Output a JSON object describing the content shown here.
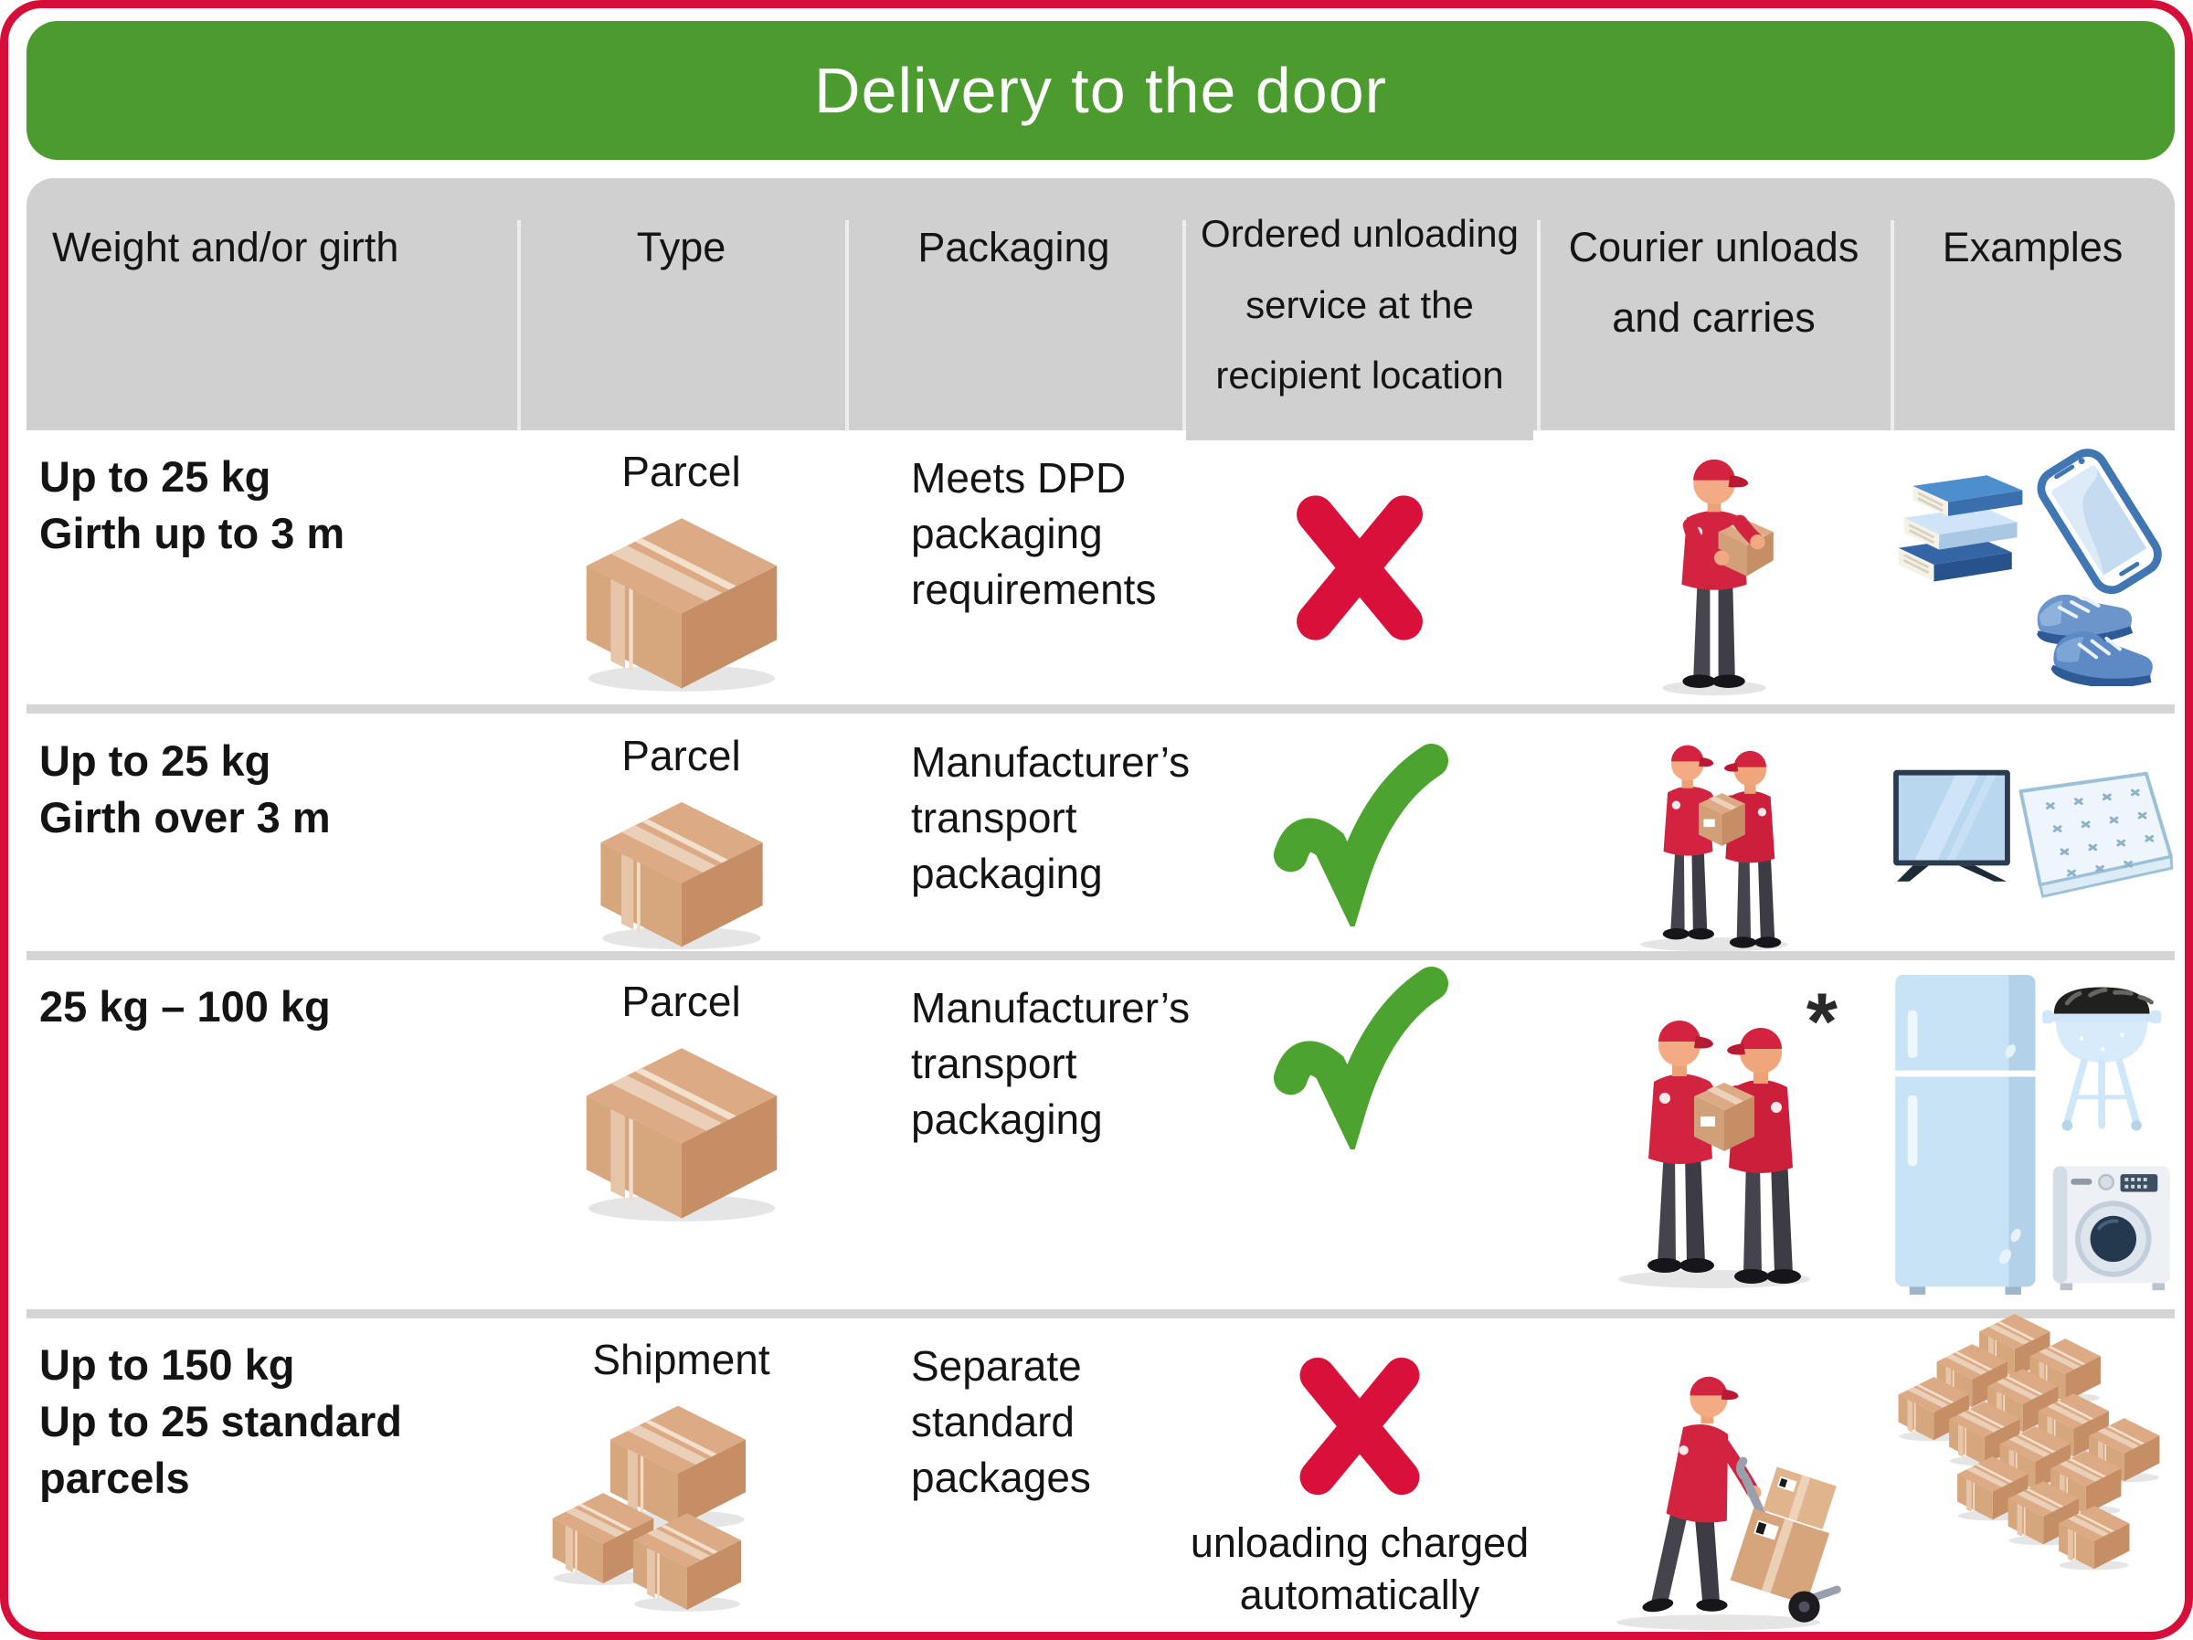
{
  "page": {
    "title": "Delivery to the door"
  },
  "colors": {
    "frame_red": "#d50f3a",
    "title_green": "#4b9b2f",
    "header_gray": "#d0d0d0",
    "row_separator_gray": "#d5d5d5",
    "check_green": "#4da32f",
    "cross_red": "#d8103a",
    "courier_red": "#d22440",
    "box_tan": "#dcab85",
    "text": "#141414"
  },
  "table": {
    "columns": [
      {
        "label": "Weight and/or girth"
      },
      {
        "label": "Type"
      },
      {
        "label": "Packaging"
      },
      {
        "label": "Ordered unloading\nservice at the\nrecipient location"
      },
      {
        "label": "Courier unloads\nand carries"
      },
      {
        "label": "Examples"
      }
    ],
    "rows": [
      {
        "weight": "Up to 25 kg\nGirth up to 3 m",
        "type": "Parcel",
        "type_icon": "parcel-box",
        "packaging": "Meets DPD\npackaging\nrequirements",
        "unloading_service": "not-available",
        "unloading_note": "",
        "courier_note": "",
        "courier_illustration": "courier-carrying-parcel",
        "examples_illustration": "books-smartphone-sneakers"
      },
      {
        "weight": "Up to 25 kg\nGirth over 3 m",
        "type": "Parcel",
        "type_icon": "parcel-box",
        "packaging": "Manufacturer’s\ntransport\npackaging",
        "unloading_service": "available",
        "unloading_note": "",
        "courier_note": "",
        "courier_illustration": "two-couriers-carrying-parcel",
        "examples_illustration": "tv-and-mattress"
      },
      {
        "weight": "25 kg – 100 kg",
        "type": "Parcel",
        "type_icon": "parcel-box",
        "packaging": "Manufacturer’s\ntransport\npackaging",
        "unloading_service": "available",
        "unloading_note": "",
        "courier_note": "*",
        "courier_illustration": "two-couriers-carrying-parcel",
        "examples_illustration": "fridge-grill-washing-machine"
      },
      {
        "weight": "Up to 150 kg\nUp to 25 standard parcels",
        "type": "Shipment",
        "type_icon": "shipment-boxes",
        "packaging": "Separate\nstandard\npackages",
        "unloading_service": "not-available",
        "unloading_note": "unloading charged\nautomatically",
        "courier_note": "",
        "courier_illustration": "courier-with-hand-truck",
        "examples_illustration": "stack-of-parcels"
      }
    ]
  }
}
